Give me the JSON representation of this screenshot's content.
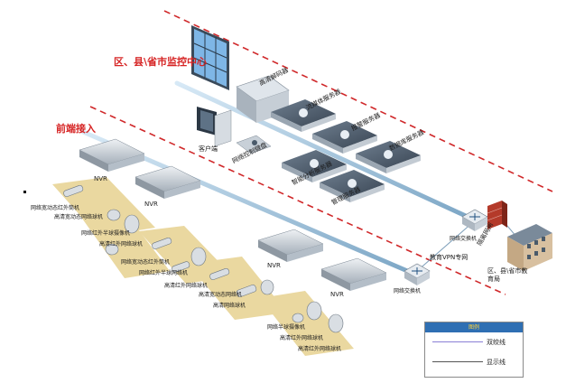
{
  "sections": {
    "monitor_center": "区、县\\省市监控中心",
    "front_end": "前端接入"
  },
  "center_devices": {
    "decoder": "高清解码器",
    "media_server": "流媒体服务器",
    "alarm_server": "报警服务器",
    "db_server": "数据库服务器",
    "client": "客户端",
    "keyboard": "网络控制键盘",
    "analysis_server": "智能分析服务器",
    "mgmt_server": "管理服务器"
  },
  "nvr_label": "NVR",
  "cameras": {
    "c1": "网络宽动态红外筒机",
    "c2": "高清宽动态网络球机",
    "c3": "网络红外半球摄像机",
    "c4": "高清红外网络球机",
    "c5": "网络宽动态红外筒机",
    "c6": "网络红外半球网络机",
    "c7": "高清红外网络球机",
    "c8": "高清宽动态网络机",
    "c9": "高清网络球机",
    "c10": "网络半球摄像机",
    "c11": "高清红外网络球机",
    "c12": "高清红外网络球机"
  },
  "network": {
    "switch_top": "网络交换机",
    "switch_bottom": "网络交换机",
    "firewall": "隔离网闸",
    "vpn": "教育VPN专网",
    "bureau": "区、县\\省市教育局"
  },
  "legend": {
    "title": "图例",
    "twisted_pair": "双绞线",
    "display_cable": "显示线"
  },
  "colors": {
    "dashed_red": "#d0282a",
    "cable": "#8ab6d6",
    "zone_fill": "#ead8a0",
    "device_dark": "#4a5a6a",
    "legend_header": "#2f6fb3"
  }
}
